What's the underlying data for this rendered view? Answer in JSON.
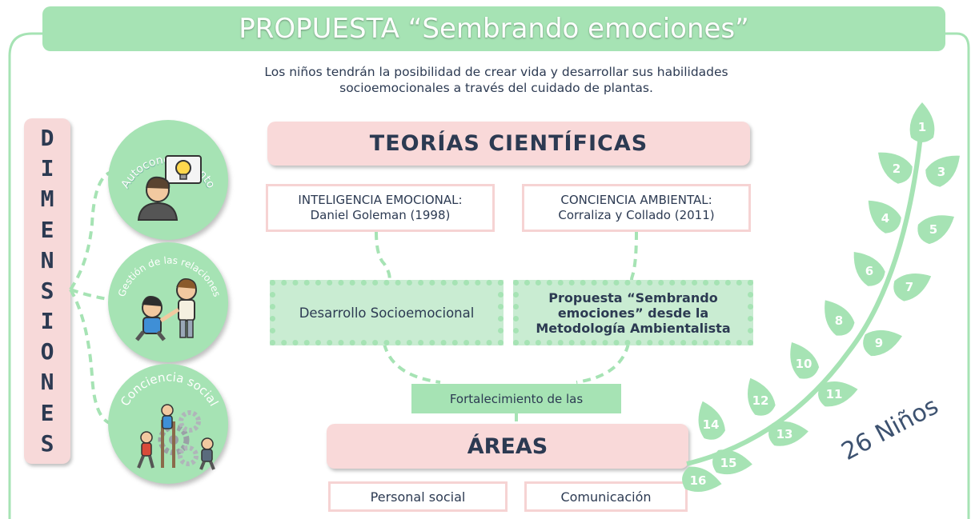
{
  "title": "PROPUESTA “Sembrando emociones”",
  "intro_line1": "Los niños tendrán la posibilidad de crear vida y desarrollar sus habilidades",
  "intro_line2": "socioemocionales a través del cuidado de plantas.",
  "dimensions_letters": [
    "D",
    "I",
    "M",
    "E",
    "N",
    "S",
    "I",
    "O",
    "N",
    "E",
    "S"
  ],
  "dimensions": [
    {
      "label": "Autoconocimiento",
      "icon": "person-idea-icon"
    },
    {
      "label": "Gestión de las relaciones",
      "icon": "children-helping-icon"
    },
    {
      "label": "Conciencia social",
      "icon": "teamwork-gears-icon"
    }
  ],
  "theories_title": "TEORÍAS CIENTÍFICAS",
  "theory_left": {
    "line1": "INTELIGENCIA EMOCIONAL:",
    "line2": "Daniel Goleman (1998)"
  },
  "theory_right": {
    "line1": "CONCIENCIA AMBIENTAL:",
    "line2": "Corraliza y Collado (2011)"
  },
  "development_box": "Desarrollo Socioemocional",
  "proposal_box": {
    "line1": "Propuesta “Sembrando",
    "line2": "emociones” desde la",
    "line3": "Metodología Ambientalista"
  },
  "strengthening": "Fortalecimiento de las",
  "areas_title": "ÁREAS",
  "areas": [
    "Personal social",
    "Comunicación"
  ],
  "leaf_numbers": [
    "1",
    "2",
    "3",
    "4",
    "5",
    "6",
    "7",
    "8",
    "9",
    "10",
    "11",
    "12",
    "13",
    "14",
    "15",
    "16"
  ],
  "children_count": "26 Niños",
  "colors": {
    "green": "#a6e3b4",
    "pink": "#f9d9d9",
    "text": "#2c3a52"
  }
}
